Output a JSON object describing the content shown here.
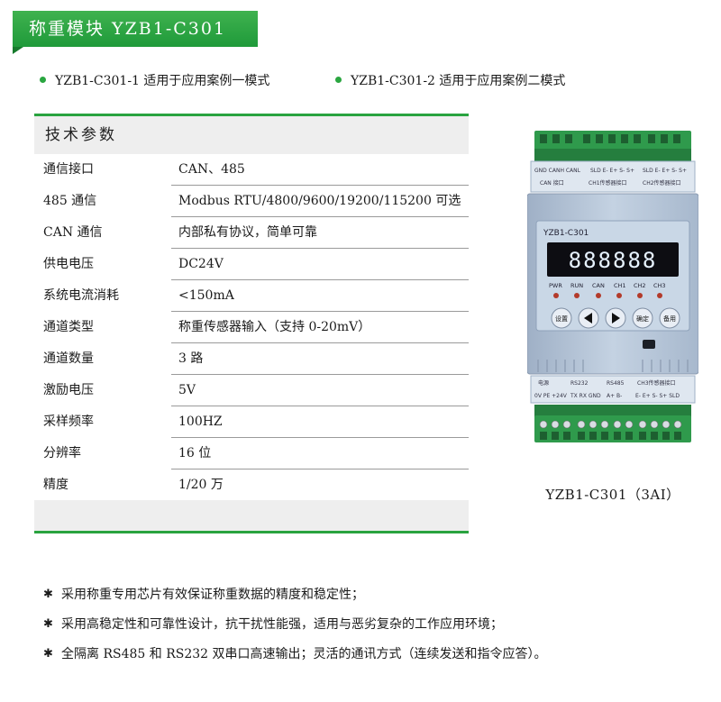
{
  "title": "称重模块 YZB1-C301",
  "variants": [
    "YZB1-C301-1 适用于应用案例一模式",
    "YZB1-C301-2 适用于应用案例二模式"
  ],
  "spec": {
    "heading": "技术参数",
    "rows": [
      {
        "key": "通信接口",
        "value": "CAN、485"
      },
      {
        "key": "485 通信",
        "value": "Modbus RTU/4800/9600/19200/115200 可选"
      },
      {
        "key": "CAN 通信",
        "value": "内部私有协议，简单可靠"
      },
      {
        "key": "供电电压",
        "value": "DC24V"
      },
      {
        "key": "系统电流消耗",
        "value": "<150mA"
      },
      {
        "key": "通道类型",
        "value": "称重传感器输入（支持 0-20mV）"
      },
      {
        "key": "通道数量",
        "value": "3 路"
      },
      {
        "key": "激励电压",
        "value": "5V"
      },
      {
        "key": "采样频率",
        "value": "100HZ"
      },
      {
        "key": "分辨率",
        "value": "16 位"
      },
      {
        "key": "精度",
        "value": "1/20 万"
      }
    ]
  },
  "device": {
    "model_label": "YZB1-C301",
    "display": "888888",
    "leds": [
      "PWR",
      "RUN",
      "CAN",
      "CH1",
      "CH2",
      "CH3"
    ],
    "buttons": {
      "set": "设置",
      "confirm": "确定",
      "spare": "备用"
    },
    "top_labels": [
      "GND CANH CANL",
      "SLD E- E+ S- S+",
      "SLD E- E+ S- S+"
    ],
    "top_groups": [
      "CAN 接口",
      "CH1传感器接口",
      "CH2传感器接口"
    ],
    "bottom_groups": [
      "电源",
      "RS232",
      "RS485",
      "CH3传感器接口"
    ],
    "bottom_labels": [
      "0V PE +24V",
      "TX RX GND",
      "A+ B-",
      "E- E+ S- S+ SLD"
    ],
    "caption": "YZB1-C301（3AI）"
  },
  "features": [
    "采用称重专用芯片有效保证称重数据的精度和稳定性；",
    "采用高稳定性和可靠性设计，抗干扰性能强，适用与恶劣复杂的工作应用环境；",
    "全隔离 RS485 和 RS232 双串口高速输出；灵活的通讯方式（连续发送和指令应答）。"
  ],
  "colors": {
    "accent": "#29a33f",
    "banner": "#2aa641",
    "table_band": "#eeeeee"
  }
}
